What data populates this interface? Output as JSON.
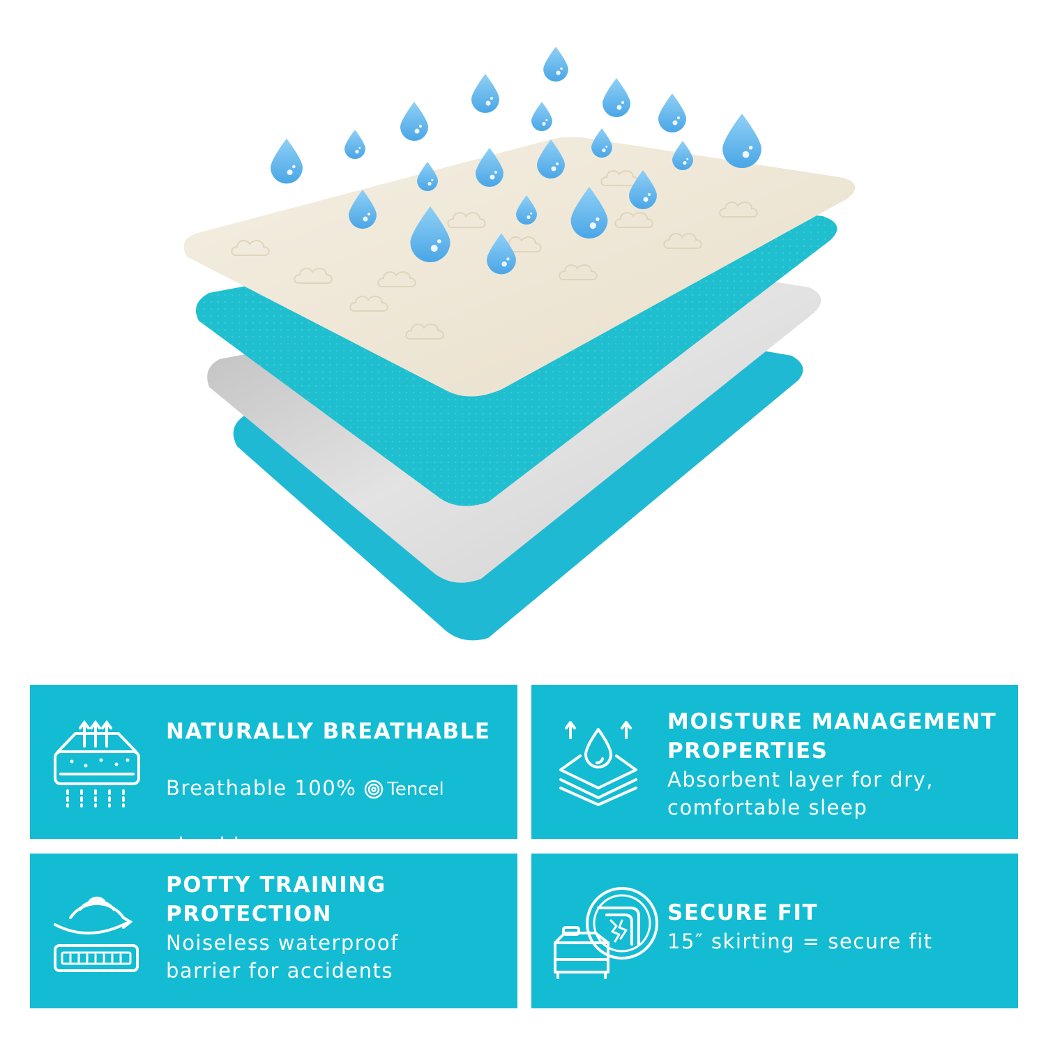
{
  "colors": {
    "accent": "#13bcd2",
    "water_drop": "#63b8ef",
    "top_layer": "#efe6d2",
    "teal_layer": "#1fbfd0",
    "gray_layer": "#c9c9c9",
    "bottom_layer": "#20b9d3"
  },
  "layers": [
    "cloud-top-layer",
    "absorbent-teal-layer",
    "waterproof-gray-layer",
    "bottom-teal-layer"
  ],
  "features": [
    {
      "icon": "breathable-mattress-icon",
      "title": "NATURALLY BREATHABLE",
      "desc_line1": "Breathable 100%",
      "brand": "Tencel",
      "desc_line2": "cloud layer"
    },
    {
      "icon": "moisture-layers-icon",
      "title": "MOISTURE MANAGEMENT\nPROPERTIES",
      "desc": "Absorbent layer for dry,\ncomfortable sleep"
    },
    {
      "icon": "noiseless-pad-icon",
      "title": "POTTY TRAINING\nPROTECTION",
      "desc": "Noiseless waterproof\nbarrier for accidents"
    },
    {
      "icon": "secure-fit-magnifier-icon",
      "title": "SECURE FIT",
      "desc": "15″ skirting = secure fit"
    }
  ]
}
